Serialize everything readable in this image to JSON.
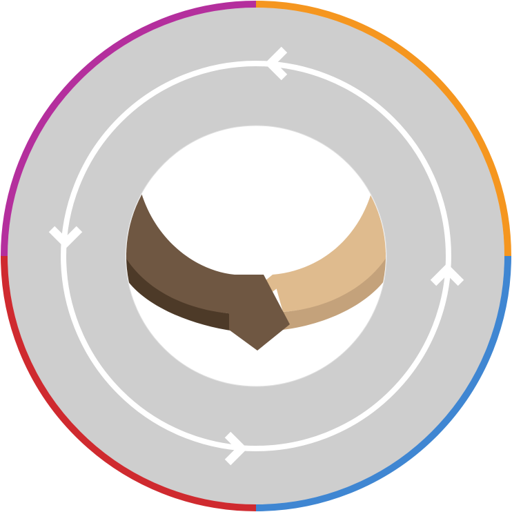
{
  "graphic": {
    "description_icon": "cycle-ring-with-handshake-icon",
    "colors": {
      "background": "#ffffff",
      "ring": "#cecece",
      "ring_stroke": "#e8e8e8",
      "cycle_arrow": "#ffffff",
      "rim_top_right": "#f5961f",
      "rim_bottom_right": "#3f86d2",
      "rim_bottom_left": "#cf2a2f",
      "rim_top_left": "#b42f9d",
      "dark_skin": "#6f5742",
      "dark_skin_shadow": "#4d3a28",
      "light_skin": "#dfbb8e",
      "light_skin_shadow": "#c4a27b"
    },
    "rim_segments": [
      "top-right",
      "bottom-right",
      "bottom-left",
      "top-left"
    ],
    "arrow_markers": [
      "top-arrow",
      "left-arrow",
      "bottom-arrow",
      "right-arrow"
    ]
  }
}
